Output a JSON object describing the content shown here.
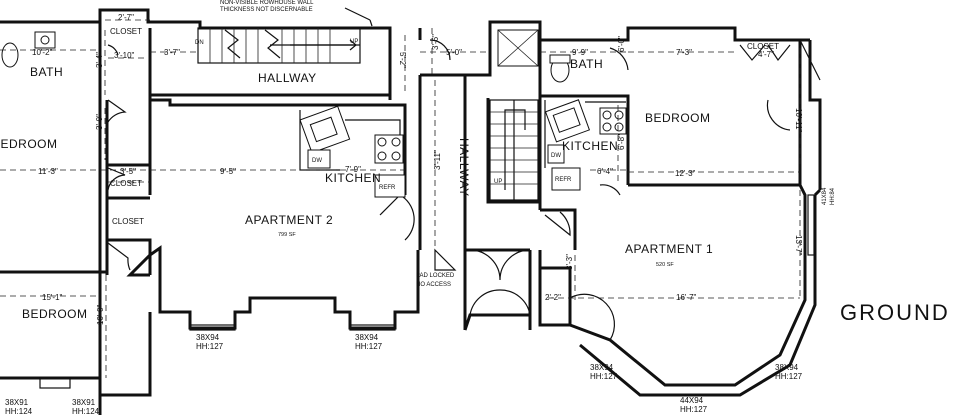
{
  "drawing": {
    "title": "GROUND",
    "note_line1": "NON-VISIBLE ROWHOUSE WALL",
    "note_line2": "THICKNESS NOT DISCERNABLE"
  },
  "rooms": {
    "bath_left": "BATH",
    "bedroom_left_upper": "BEDROOM",
    "bedroom_left_lower": "BEDROOM",
    "closet_top": "CLOSET",
    "closet_mid1": "CLOSET",
    "closet_mid2": "CLOSET",
    "hallway_top": "HALLWAY",
    "hallway_center": "HALLWAY",
    "kitchen_2": "KITCHEN",
    "apartment_2": "APARTMENT 2",
    "apartment_2_area": "799 SF",
    "bath_right": "BATH",
    "closet_right": "CLOSET",
    "bedroom_right": "BEDROOM",
    "kitchen_1": "KITCHEN",
    "apartment_1": "APARTMENT 1",
    "apartment_1_area": "520 SF",
    "pad_locked_1": "PAD LOCKED",
    "pad_locked_2": "NO ACCESS"
  },
  "fixtures": {
    "dw_2": "DW",
    "refr_2": "REFR",
    "dw_1": "DW",
    "refr_1": "REFR",
    "up_stair_top": "UP",
    "dn_stair_top": "DN",
    "up_stair_center": "UP"
  },
  "dimensions": {
    "d_2_7": "2'-7\"",
    "d_10_2": "10'-2\"",
    "d_3_10": "3'-10\"",
    "d_3_7": "3'-7\"",
    "d_3_6": "3'-6\"",
    "d_5_0": "5'-0\"",
    "d_5_2": "5'-2\"",
    "d_9_9": "9'-9\"",
    "d_6_0": "6'-0\"",
    "d_7_3": "7'-3\"",
    "d_4_7": "4'-7\"",
    "d_3_4": "3'-4\"",
    "d_3_0": "3'-0\"",
    "d_3_5": "3'-5\"",
    "d_11_3": "11'-3\"",
    "d_9_5": "9'-5\"",
    "d_7_9": "7'-9\"",
    "d_3_11": "3'-11\"",
    "d_6_8": "6'-8\"",
    "d_6_4": "6'-4\"",
    "d_10_11": "10'-11\"",
    "d_12_3": "12'-3\"",
    "d_13_7": "13'-7\"",
    "d_15_1": "15'-1\"",
    "d_10_0": "10'-0\"",
    "d_2_2": "2'-2\"",
    "d_3_3": "3'-3\"",
    "d_16_7": "16'-7\""
  },
  "windows": {
    "w1_size": "38X94",
    "w1_hh": "HH:127",
    "w2_size": "38X94",
    "w2_hh": "HH:127",
    "w3_size": "38X94",
    "w3_hh": "HH:127",
    "w4_size": "44X94",
    "w4_hh": "HH:127",
    "w5_size": "38X94",
    "w5_hh": "HH:127",
    "w6_size": "41X84",
    "w6_hh": "HH:84",
    "w7_size": "38X91",
    "w7_hh": "HH:124",
    "w8_size": "38X91",
    "w8_hh": "HH:124"
  }
}
